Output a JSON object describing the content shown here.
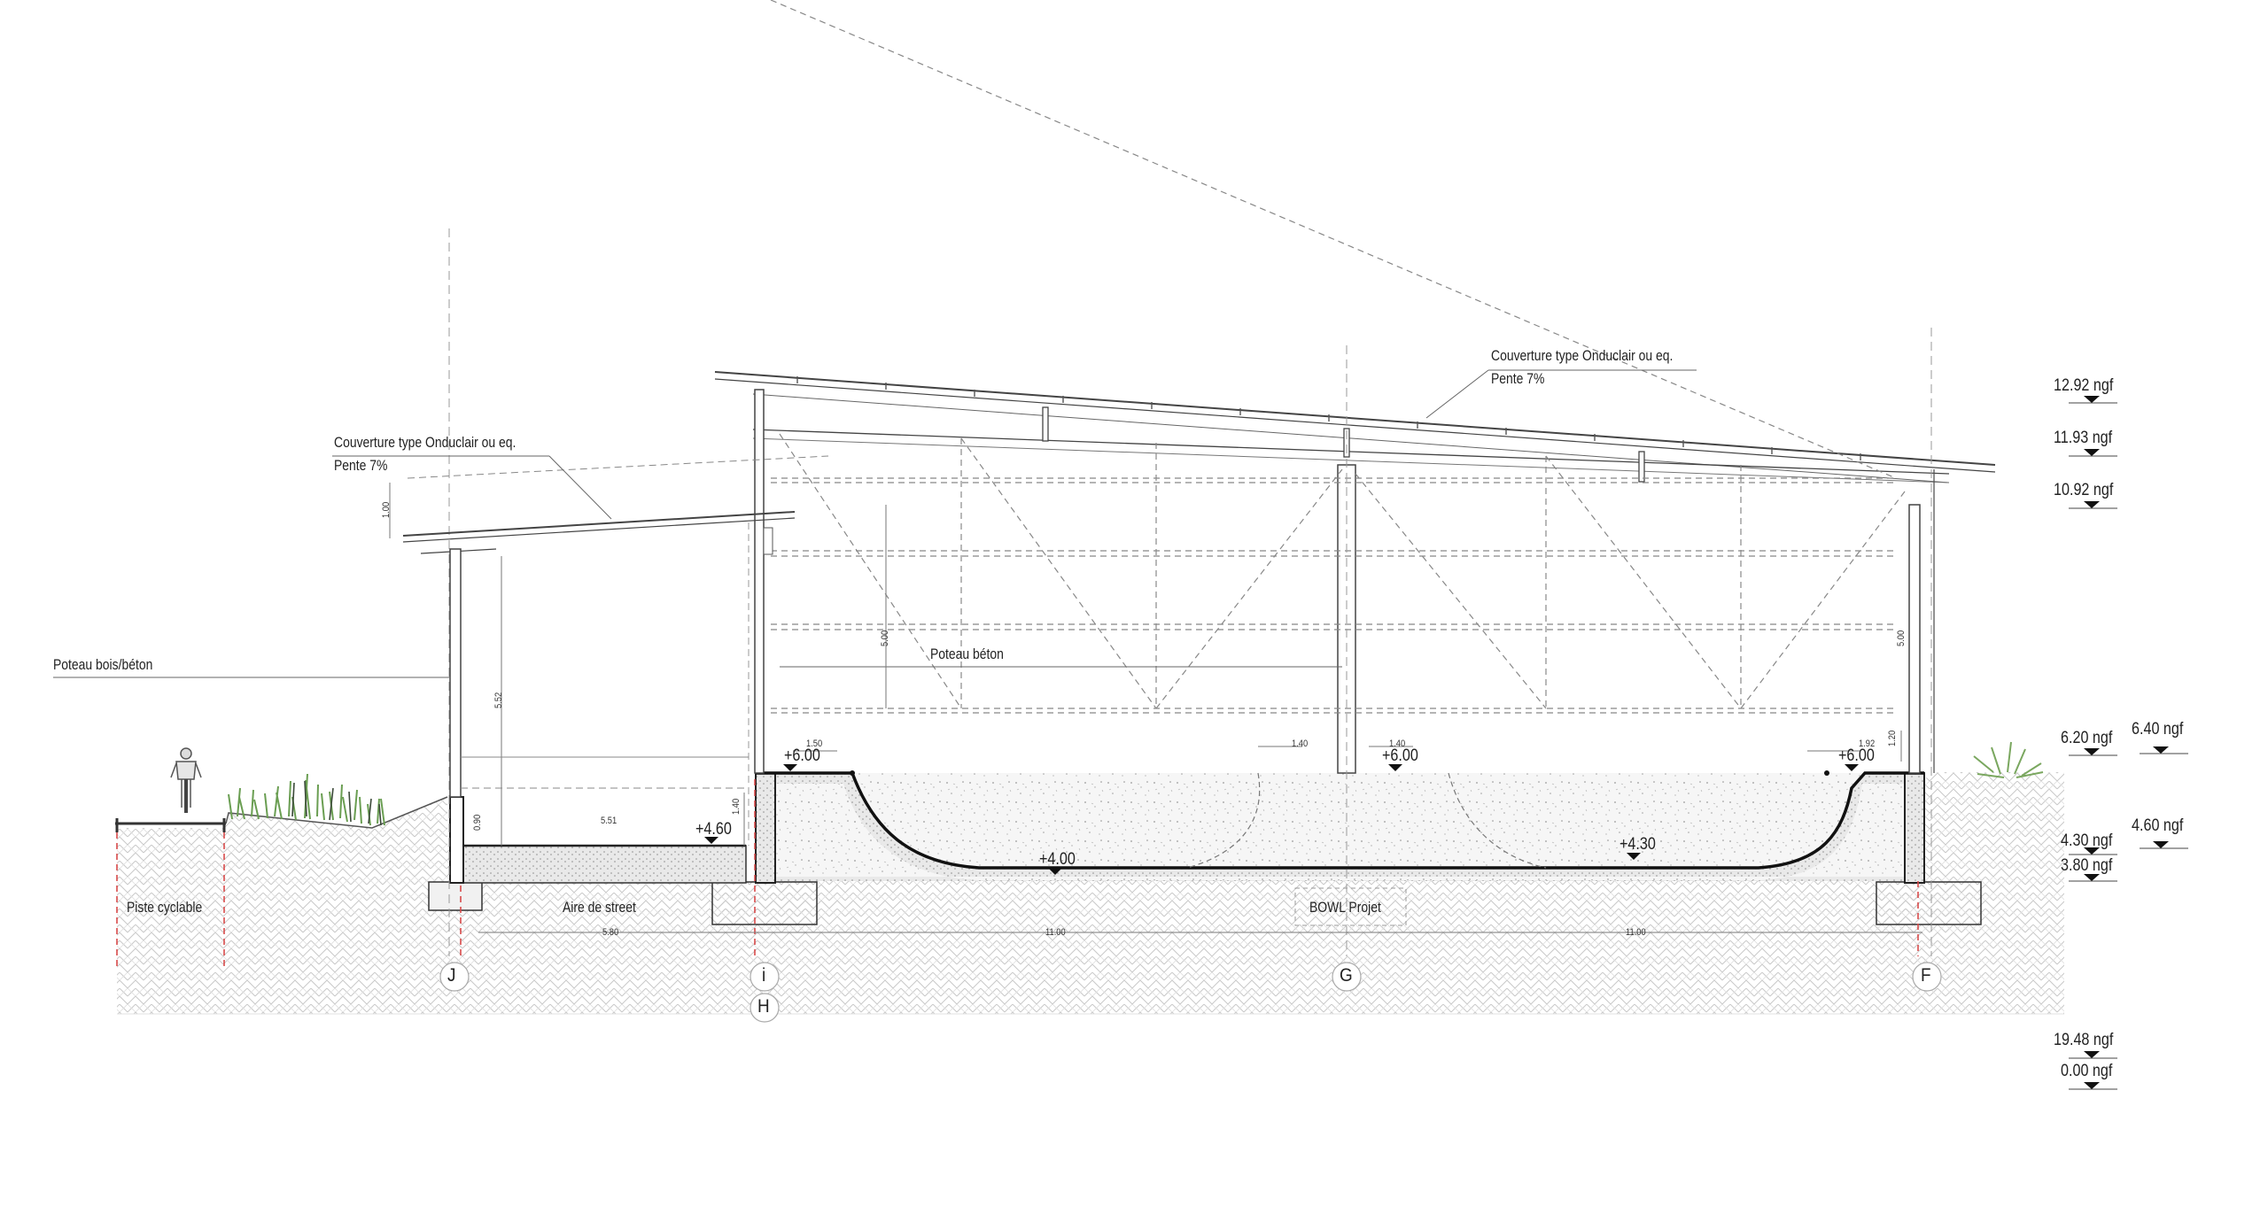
{
  "callouts": {
    "roof_right_1": "Couverture type Onduclair ou eq.",
    "roof_right_2": "Pente 7%",
    "roof_left_1": "Couverture type Onduclair ou eq.",
    "roof_left_2": "Pente 7%",
    "post_wood": "Poteau bois/béton",
    "post_concrete": "Poteau béton",
    "bike_path": "Piste cyclable",
    "street_area": "Aire de street",
    "bowl": "BOWL Projet"
  },
  "levels": {
    "street": "+4.60",
    "bowl_top_left": "+6.00",
    "bowl_top_mid": "+6.00",
    "bowl_top_right": "+6.00",
    "bowl_bottom_left": "+4.00",
    "bowl_bottom_right": "+4.30"
  },
  "dimensions": {
    "d_100": "1.00",
    "d_552": "5.52",
    "d_500_left": "5.00",
    "d_500_right": "5.00",
    "d_090": "0.90",
    "d_551": "5.51",
    "d_140_v": "1.40",
    "d_150": "1.50",
    "d_140_a": "1.40",
    "d_140_b": "1.40",
    "d_192": "1.92",
    "d_120": "1.20",
    "d_580": "5.80",
    "d_1100_a": "11.00",
    "d_1100_b": "11.00"
  },
  "axes": {
    "J": "J",
    "i": "i",
    "H": "H",
    "G": "G",
    "F": "F"
  },
  "ngf_levels": {
    "l1292": "12.92 ngf",
    "l1193": "11.93 ngf",
    "l1092": "10.92 ngf",
    "l620": "6.20 ngf",
    "l640": "6.40 ngf",
    "l430": "4.30 ngf",
    "l460": "4.60 ngf",
    "l380": "3.80 ngf",
    "l1948": "19.48 ngf",
    "l000": "0.00 ngf"
  }
}
